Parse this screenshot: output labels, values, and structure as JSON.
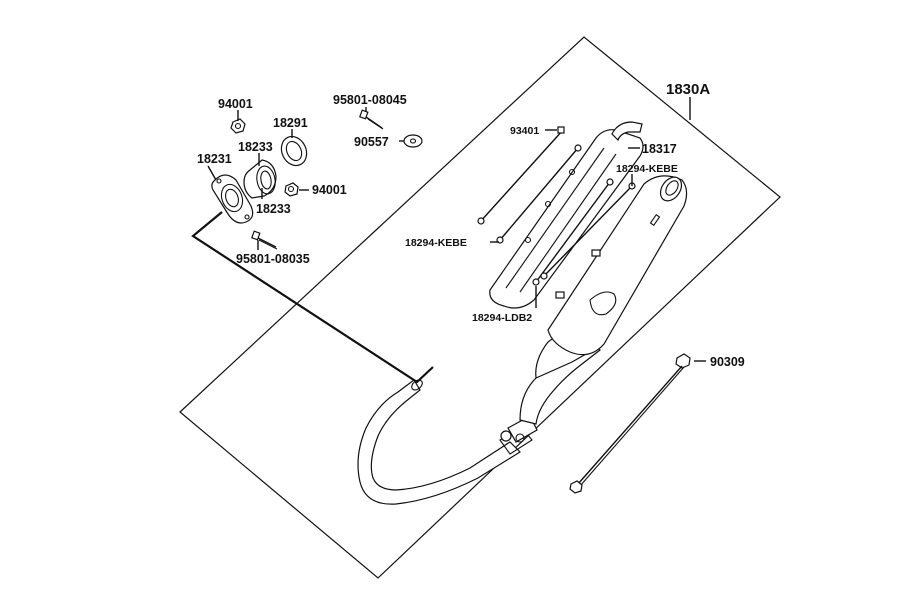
{
  "labels": {
    "assembly": "1830A",
    "gasket_top": "94001",
    "bolt_top": "95801-08045",
    "washer": "90557",
    "ring": "18291",
    "collar": "18233",
    "flange": "18231",
    "nut": "94001",
    "collar_lower": "18233",
    "bolt_bottom": "95801-08035",
    "screw_top": "93401",
    "heat_shield": "18317",
    "clamp_right": "18294-KEBE",
    "clamp_left": "18294-KEBE",
    "clamp_bottom": "18294-LDB2",
    "bolt_long": "90309"
  }
}
